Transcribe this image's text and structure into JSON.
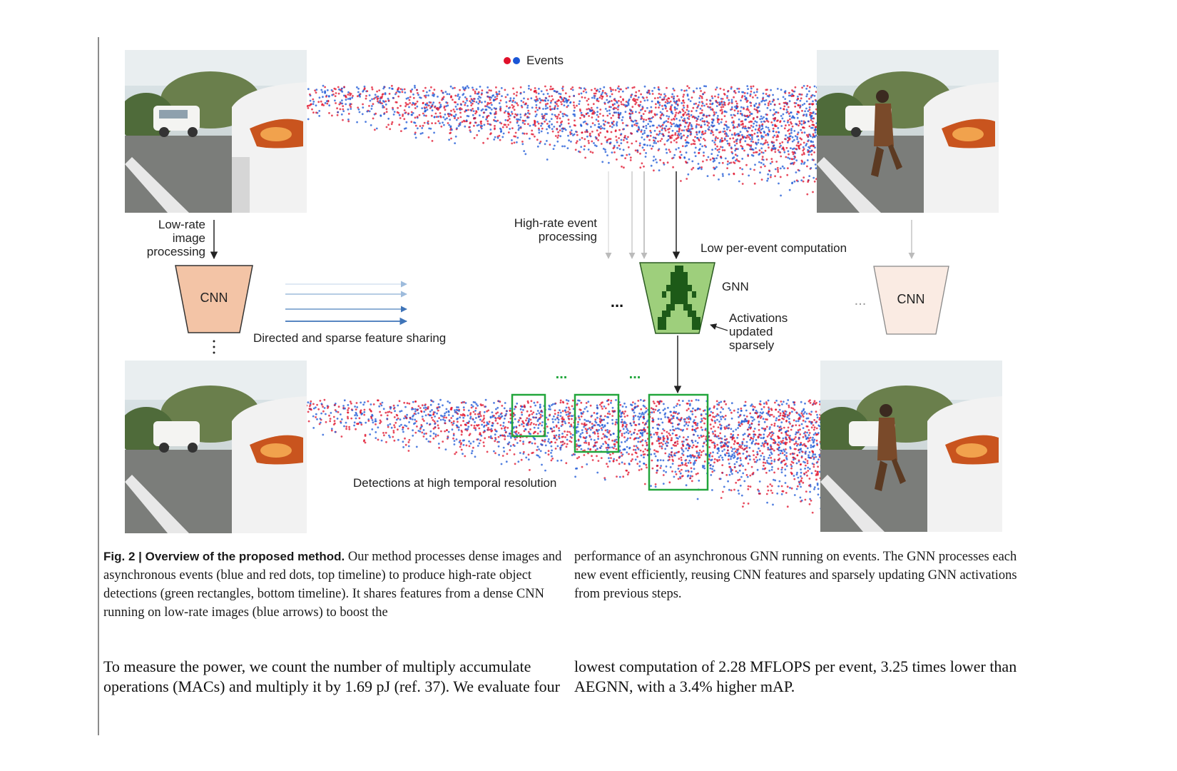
{
  "legend": {
    "label": "Events",
    "colors": [
      "#e0102a",
      "#1a56d6"
    ]
  },
  "annotations": {
    "low_rate_image_processing": [
      "Low-rate",
      "image",
      "processing"
    ],
    "high_rate_event_processing": [
      "High-rate event",
      "processing"
    ],
    "low_per_event_computation": "Low per-event computation",
    "gnn_label": "GNN",
    "activations_updated_sparsely": [
      "Activations",
      "updated",
      "sparsely"
    ],
    "directed_sparse_feature_sharing": "Directed and sparse feature sharing",
    "detections_high_temporal_resolution": "Detections at high temporal resolution",
    "ellipsis": "...",
    "cnn_left": "CNN",
    "cnn_right": "CNN"
  },
  "colors": {
    "cnn_fill": "#f3c4a6",
    "cnn_faded_fill": "#faebe3",
    "gnn_light": "#9ecf7c",
    "gnn_dark": "#1d5a18",
    "detection_box": "#22a63c",
    "arrow_blue": "#3f74b8"
  },
  "caption": {
    "label": "Fig. 2 | Overview of the proposed method.",
    "col1_rest": "Our method processes dense images and asynchronous events (blue and red dots, top timeline) to produce high-rate object detections (green rectangles, bottom timeline). It shares features from a dense CNN running on low-rate images (blue arrows) to boost the",
    "col2": "performance of an asynchronous GNN running on events. The GNN processes each new event efficiently, reusing CNN features and sparsely updating GNN activations from previous steps."
  },
  "body": {
    "col1": "To measure the power, we count the number of multiply accumulate operations (MACs) and multiply it by 1.69 pJ (ref. 37). We evaluate four",
    "col2": "lowest computation of 2.28 MFLOPS per event, 3.25 times lower than AEGNN, with a 3.4% higher mAP."
  }
}
